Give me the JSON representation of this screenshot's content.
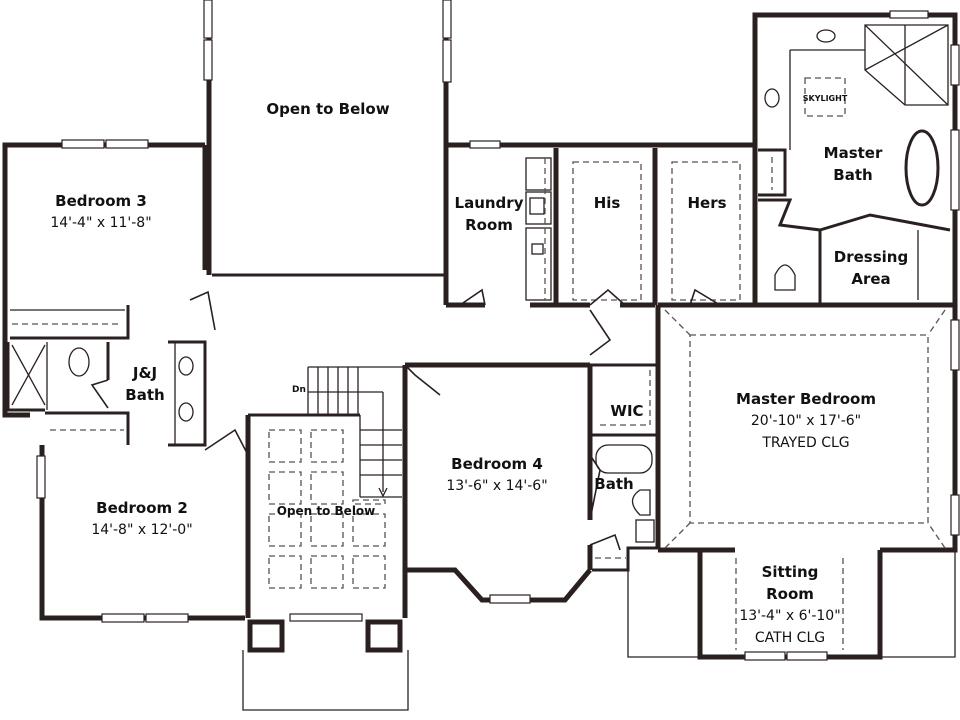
{
  "plan": {
    "type": "second-floor-plan",
    "colors": {
      "wall": "#2a2020",
      "wall_fill": "#ffffff",
      "dashed": "#666666",
      "text": "#111111",
      "window": "#cfcfcf"
    }
  },
  "rooms": {
    "open_below_top": {
      "name": "Open to Below"
    },
    "bedroom3": {
      "name": "Bedroom 3",
      "dim": "14'-4\" x 11'-8\""
    },
    "jj_bath": {
      "name_line1": "J&J",
      "name_line2": "Bath"
    },
    "bedroom2": {
      "name": "Bedroom 2",
      "dim": "14'-8\" x 12'-0\""
    },
    "open_below_stair": {
      "name": "Open to Below"
    },
    "stairs": {
      "label": "Dn"
    },
    "bedroom4": {
      "name": "Bedroom 4",
      "dim": "13'-6\" x 14'-6\""
    },
    "laundry": {
      "name_line1": "Laundry",
      "name_line2": "Room"
    },
    "his": {
      "name": "His"
    },
    "hers": {
      "name": "Hers"
    },
    "wic": {
      "name": "WIC"
    },
    "bath": {
      "name": "Bath"
    },
    "master_bath": {
      "name_line1": "Master",
      "name_line2": "Bath",
      "skylight": "SKYLIGHT"
    },
    "dressing": {
      "name_line1": "Dressing",
      "name_line2": "Area"
    },
    "master_bedroom": {
      "name": "Master Bedroom",
      "dim": "20'-10\" x 17'-6\"",
      "ceiling": "TRAYED CLG"
    },
    "sitting_room": {
      "name_line1": "Sitting",
      "name_line2": "Room",
      "dim": "13'-4\" x 6'-10\"",
      "ceiling": "CATH CLG"
    }
  }
}
